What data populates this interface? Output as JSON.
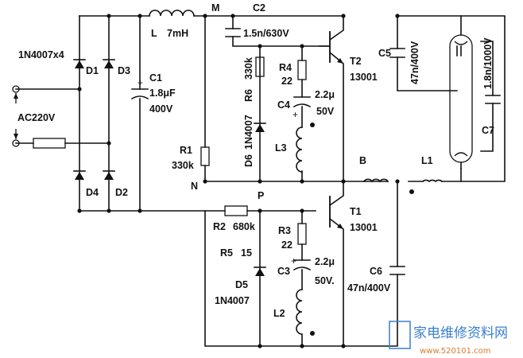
{
  "diagram": {
    "diodes": {
      "bridge_label": "1N4007x4",
      "d1": "D1",
      "d2": "D2",
      "d3": "D3",
      "d4": "D4",
      "d5": "D5",
      "d5_part": "1N4007",
      "d6": "D6",
      "d6_part": "1N4007"
    },
    "input": {
      "voltage": "AC220V"
    },
    "inductors": {
      "l_name": "L",
      "l_value": "7mH",
      "l1": "L1",
      "l2": "L2",
      "l3": "L3",
      "b": "B"
    },
    "nodes": {
      "m": "M",
      "n": "N",
      "p": "P"
    },
    "capacitors": {
      "c1": "C1",
      "c1_value": "1.8μF",
      "c1_voltage": "400V",
      "c2": "C2",
      "c2_value": "1.5n/630V",
      "c3": "C3",
      "c3_value": "2.2μ",
      "c3_voltage": "50V.",
      "c4": "C4",
      "c4_value": "2.2μ",
      "c4_voltage": "50V",
      "c5": "C5",
      "c5_value": "47n/400V",
      "c6": "C6",
      "c6_value": "47n/400V",
      "c7": "C7",
      "c7_value": "1.8n/1000V"
    },
    "resistors": {
      "r1": "R1",
      "r1_value": "330k",
      "r2": "R2",
      "r2_value": "680k",
      "r3": "R3",
      "r3_value": "22",
      "r4": "R4",
      "r4_value": "22",
      "r5": "R5",
      "r5_value": "15",
      "r6": "R6",
      "r6_value": "330k"
    },
    "transistors": {
      "t1": "T1",
      "t1_part": "13001",
      "t2": "T2",
      "t2_part": "13001"
    },
    "watermark": {
      "site": "家电维修资料网",
      "url": "www.520101.com"
    }
  }
}
